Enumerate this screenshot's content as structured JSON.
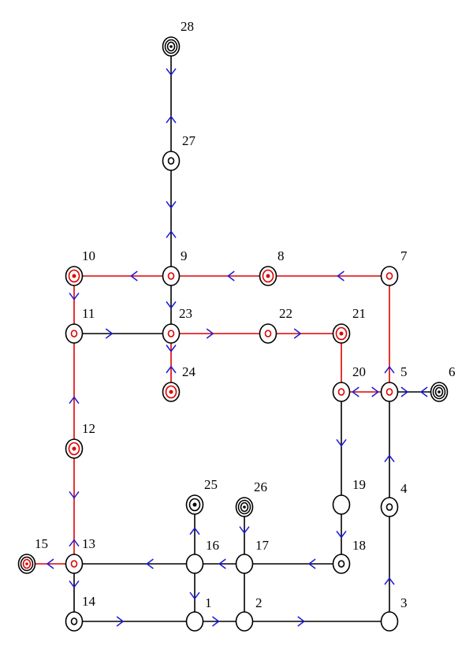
{
  "diagram": {
    "colors": {
      "black": "#000000",
      "red": "#e00000",
      "arrow": "#1a1ad6",
      "background": "#ffffff"
    },
    "nodes": [
      {
        "id": "1",
        "label": "1",
        "marker": "ring"
      },
      {
        "id": "2",
        "label": "2",
        "marker": "ring"
      },
      {
        "id": "3",
        "label": "3",
        "marker": "ring"
      },
      {
        "id": "4",
        "label": "4",
        "marker": "ring-dot"
      },
      {
        "id": "5",
        "label": "5",
        "marker": "ring-dot",
        "color": "red"
      },
      {
        "id": "6",
        "label": "6",
        "marker": "triple-ring"
      },
      {
        "id": "7",
        "label": "7",
        "marker": "ring-dot",
        "color": "red"
      },
      {
        "id": "8",
        "label": "8",
        "marker": "double-dot",
        "color": "red"
      },
      {
        "id": "9",
        "label": "9",
        "marker": "ring-dot",
        "color": "red"
      },
      {
        "id": "10",
        "label": "10",
        "marker": "double-dot",
        "color": "red"
      },
      {
        "id": "11",
        "label": "11",
        "marker": "ring-dot",
        "color": "red"
      },
      {
        "id": "12",
        "label": "12",
        "marker": "double-dot",
        "color": "red"
      },
      {
        "id": "13",
        "label": "13",
        "marker": "ring-dot",
        "color": "red"
      },
      {
        "id": "14",
        "label": "14",
        "marker": "ring-dot"
      },
      {
        "id": "15",
        "label": "15",
        "marker": "triple-ring",
        "color": "red"
      },
      {
        "id": "16",
        "label": "16",
        "marker": "ring"
      },
      {
        "id": "17",
        "label": "17",
        "marker": "ring"
      },
      {
        "id": "18",
        "label": "18",
        "marker": "ring-dot"
      },
      {
        "id": "19",
        "label": "19",
        "marker": "ring"
      },
      {
        "id": "20",
        "label": "20",
        "marker": "ring-dot",
        "color": "red"
      },
      {
        "id": "21",
        "label": "21",
        "marker": "double-dot",
        "color": "red"
      },
      {
        "id": "22",
        "label": "22",
        "marker": "ring-dot",
        "color": "red"
      },
      {
        "id": "23",
        "label": "23",
        "marker": "ring-dot",
        "color": "red"
      },
      {
        "id": "24",
        "label": "24",
        "marker": "double-dot",
        "color": "red"
      },
      {
        "id": "25",
        "label": "25",
        "marker": "double-dot"
      },
      {
        "id": "26",
        "label": "26",
        "marker": "triple-ring"
      },
      {
        "id": "27",
        "label": "27",
        "marker": "ring-dot"
      },
      {
        "id": "28",
        "label": "28",
        "marker": "triple-ring"
      }
    ],
    "edges": [
      {
        "from": "28",
        "to": "27",
        "color": "black",
        "arrows": [
          [
            "down",
            0.22
          ],
          [
            "up",
            0.64
          ]
        ]
      },
      {
        "from": "27",
        "to": "9",
        "color": "black",
        "arrows": [
          [
            "down",
            0.38
          ],
          [
            "up",
            0.64
          ]
        ]
      },
      {
        "from": "9",
        "to": "23",
        "color": "black",
        "arrows": [
          [
            "down",
            0.5
          ]
        ]
      },
      {
        "from": "23",
        "to": "24",
        "color": "red",
        "arrows": [
          [
            "down",
            0.25
          ],
          [
            "up",
            0.62
          ]
        ]
      },
      {
        "from": "7",
        "to": "8",
        "color": "red",
        "arrows": [
          [
            "left",
            0.4
          ]
        ]
      },
      {
        "from": "8",
        "to": "9",
        "color": "red",
        "arrows": [
          [
            "left",
            0.38
          ]
        ]
      },
      {
        "from": "9",
        "to": "10",
        "color": "red",
        "arrows": [
          [
            "left",
            0.38
          ]
        ]
      },
      {
        "from": "10",
        "to": "11",
        "color": "red",
        "arrows": [
          [
            "down",
            0.35
          ]
        ]
      },
      {
        "from": "11",
        "to": "23",
        "color": "black",
        "arrows": [
          [
            "right",
            0.36
          ]
        ]
      },
      {
        "from": "23",
        "to": "22",
        "color": "red",
        "arrows": [
          [
            "right",
            0.4
          ]
        ]
      },
      {
        "from": "22",
        "to": "21",
        "color": "red",
        "arrows": [
          [
            "right",
            0.4
          ]
        ]
      },
      {
        "from": "21",
        "to": "20",
        "color": "red",
        "arrows": [
          [
            "down",
            0.1
          ]
        ]
      },
      {
        "from": "7",
        "to": "5",
        "color": "red",
        "arrows": [
          [
            "up",
            0.81
          ]
        ]
      },
      {
        "from": "20",
        "to": "5",
        "color": "red",
        "arrows": [
          [
            "left",
            0.3
          ],
          [
            "right",
            0.7
          ]
        ]
      },
      {
        "from": "5",
        "to": "6",
        "color": "black",
        "arrows": [
          [
            "right",
            0.3
          ],
          [
            "left",
            0.7
          ]
        ]
      },
      {
        "from": "20",
        "to": "19",
        "color": "black",
        "arrows": [
          [
            "down",
            0.45
          ]
        ]
      },
      {
        "from": "19",
        "to": "18",
        "color": "black",
        "arrows": [
          [
            "down",
            0.5
          ]
        ]
      },
      {
        "from": "4",
        "to": "5",
        "color": "black",
        "arrows": [
          [
            "up",
            0.42
          ]
        ]
      },
      {
        "from": "3",
        "to": "4",
        "color": "black",
        "arrows": [
          [
            "up",
            0.35
          ]
        ]
      },
      {
        "from": "11",
        "to": "12",
        "color": "red",
        "arrows": [
          [
            "up",
            0.58
          ]
        ]
      },
      {
        "from": "12",
        "to": "13",
        "color": "red",
        "arrows": [
          [
            "down",
            0.4
          ],
          [
            "up",
            0.82
          ]
        ]
      },
      {
        "from": "15",
        "to": "13",
        "color": "red",
        "arrows": [
          [
            "left",
            0.5
          ]
        ]
      },
      {
        "from": "13",
        "to": "14",
        "color": "black",
        "arrows": [
          [
            "down",
            0.35
          ]
        ]
      },
      {
        "from": "14",
        "to": "1",
        "color": "black",
        "arrows": [
          [
            "right",
            0.38
          ]
        ]
      },
      {
        "from": "1",
        "to": "2",
        "color": "black",
        "arrows": [
          [
            "right",
            0.42
          ]
        ]
      },
      {
        "from": "2",
        "to": "3",
        "color": "black",
        "arrows": [
          [
            "right",
            0.39
          ]
        ]
      },
      {
        "from": "17",
        "to": "16",
        "color": "black",
        "arrows": [
          [
            "left",
            0.44
          ]
        ]
      },
      {
        "from": "16",
        "to": "13",
        "color": "black",
        "arrows": [
          [
            "left",
            0.37
          ]
        ]
      },
      {
        "from": "18",
        "to": "17",
        "color": "black",
        "arrows": [
          [
            "left",
            0.3
          ]
        ]
      },
      {
        "from": "25",
        "to": "16",
        "color": "black",
        "arrows": [
          [
            "up",
            0.45
          ]
        ]
      },
      {
        "from": "16",
        "to": "1",
        "color": "black",
        "arrows": [
          [
            "down",
            0.55
          ]
        ]
      },
      {
        "from": "26",
        "to": "17",
        "color": "black",
        "arrows": [
          [
            "down",
            0.4
          ]
        ]
      },
      {
        "from": "17",
        "to": "2",
        "color": "black",
        "arrows": []
      }
    ]
  }
}
